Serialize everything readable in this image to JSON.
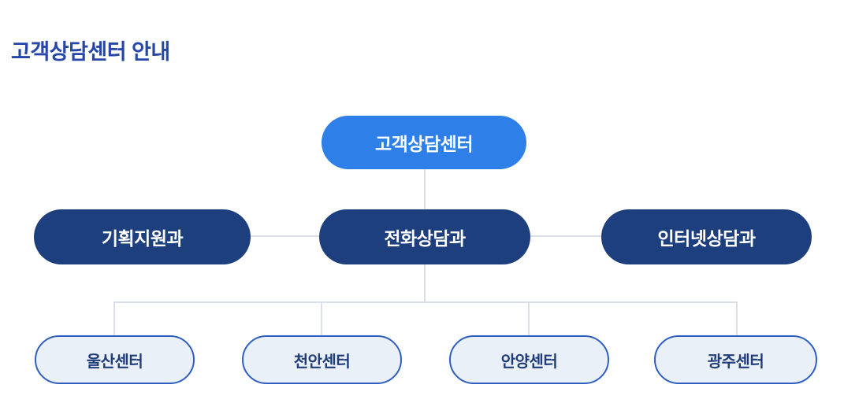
{
  "page": {
    "title": "고객상담센터 안내"
  },
  "org_chart": {
    "root": {
      "label": "고객상담센터"
    },
    "departments": [
      {
        "label": "기획지원과"
      },
      {
        "label": "전화상담과"
      },
      {
        "label": "인터넷상담과"
      }
    ],
    "centers": [
      {
        "label": "울산센터"
      },
      {
        "label": "천안센터"
      },
      {
        "label": "안양센터"
      },
      {
        "label": "광주센터"
      }
    ],
    "hierarchy_note": "root connects to 전화상담과; 전화상담과 connects to all four centers",
    "colors": {
      "title_text": "#2646a8",
      "root_fill": "#2e7fe8",
      "department_fill": "#1e3f7d",
      "node_text_light": "#ffffff",
      "center_fill": "#eaf0f8",
      "center_border": "#2e5fc0",
      "center_text": "#1f3c78",
      "connector": "#dbe0e8"
    }
  }
}
